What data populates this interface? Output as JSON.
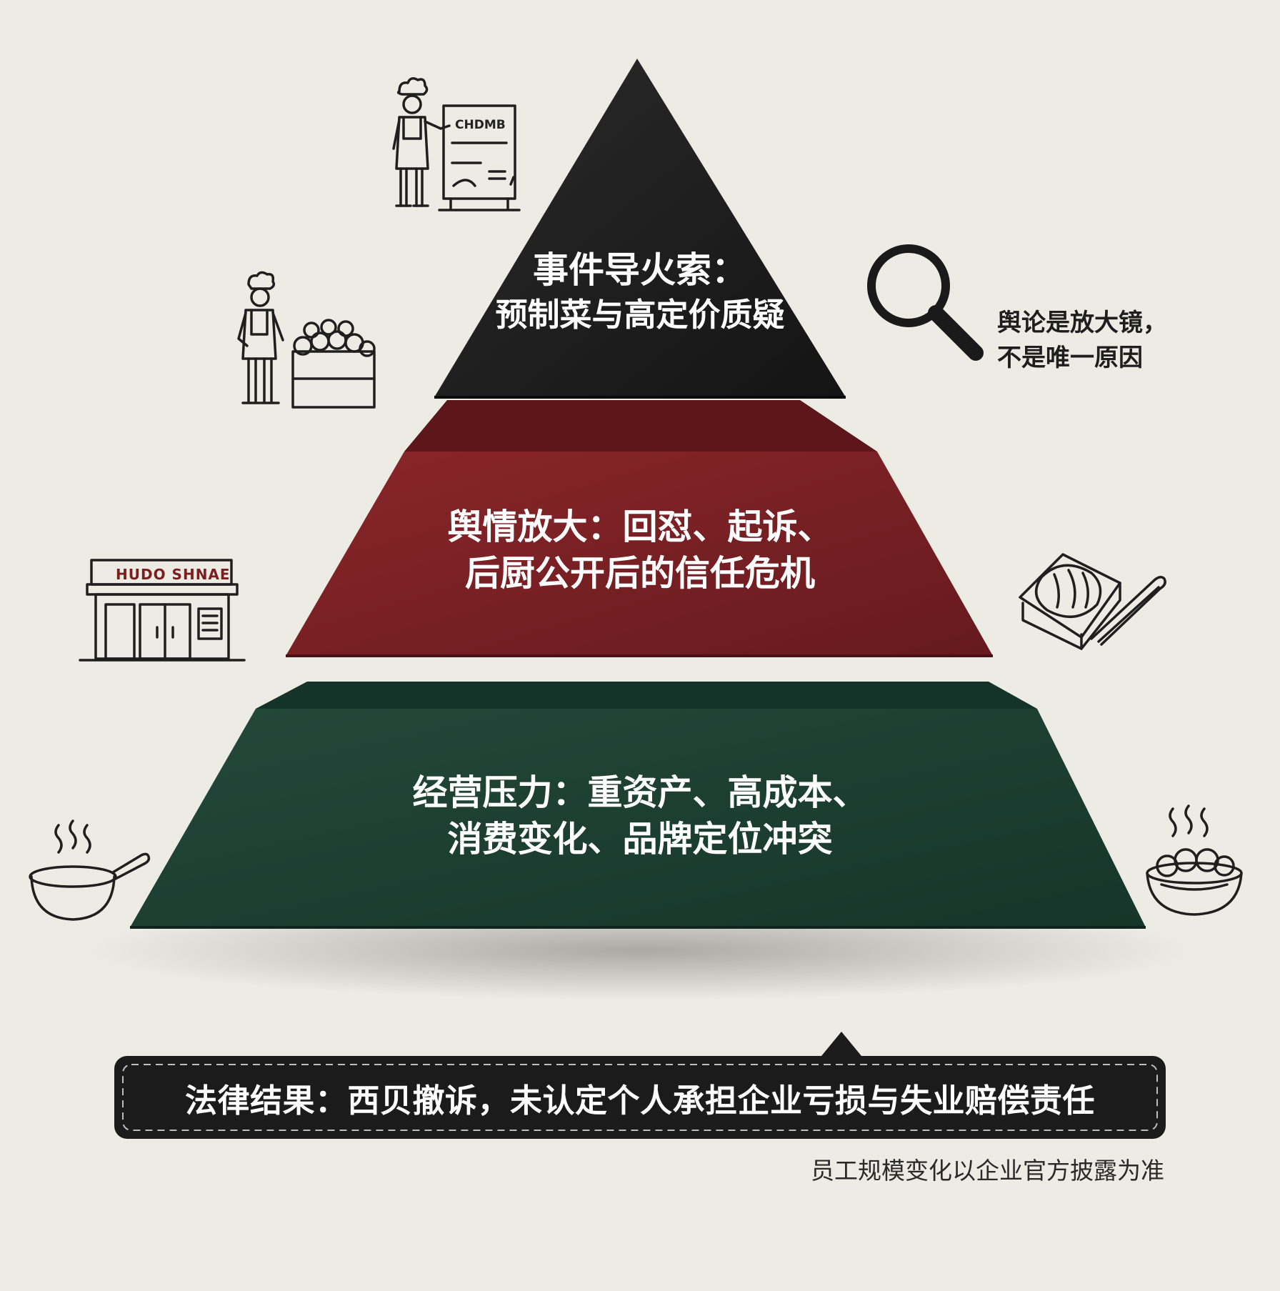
{
  "pyramid": {
    "top": {
      "title": "事件导火索：",
      "subtitle": "预制菜与高定价质疑",
      "color": "#1d1d1d"
    },
    "middle": {
      "line1": "舆情放大：回怼、起诉、",
      "line2": "后厨公开后的信任危机",
      "color": "#7a1f23"
    },
    "bottom": {
      "line1": "经营压力：重资产、高成本、",
      "line2": "消费变化、品牌定位冲突",
      "color": "#1d3f33"
    }
  },
  "side_note": {
    "line1": "舆论是放大镜，",
    "line2": "不是唯一原因"
  },
  "caption": {
    "text": "法律结果：西贝撤诉，未认定个人承担企业亏损与失业赔偿责任"
  },
  "footnote": {
    "text": "员工规模变化以企业官方披露为准"
  },
  "store_sign": {
    "text": "HUDO SHNAE"
  },
  "chef_board": {
    "text": "CHDMB"
  },
  "icons": [
    "chef-presenting-icon",
    "chef-with-crate-icon",
    "storefront-icon",
    "magnifying-glass-icon",
    "food-container-icon",
    "steaming-pot-icon",
    "steaming-bowl-icon"
  ],
  "colors": {
    "background": "#ecebe4",
    "top_tier": "#1d1d1d",
    "middle_tier": "#7a1f23",
    "bottom_tier": "#1d3f33",
    "caption_bg": "#1b1b1b"
  }
}
